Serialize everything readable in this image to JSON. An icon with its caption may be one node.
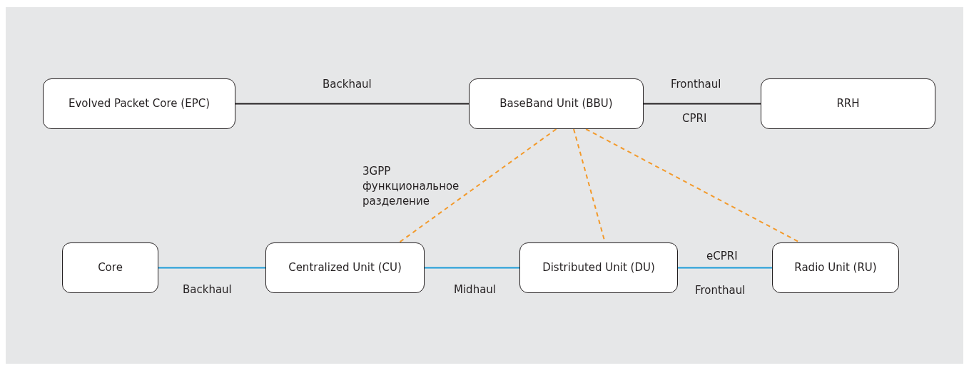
{
  "diagram": {
    "nodes": [
      {
        "text": [
          "Evolved Packet Core (EPC)"
        ]
      },
      {
        "text": [
          "BaseBand Unit (BBU)"
        ]
      },
      {
        "text": [
          "RRH"
        ]
      },
      {
        "text": [
          "Core"
        ]
      },
      {
        "text": [
          "Centralized Unit (CU)"
        ]
      },
      {
        "text": [
          "Distributed Unit (DU)"
        ]
      },
      {
        "text": [
          "Radio Unit (RU)"
        ]
      }
    ],
    "edges": [
      {
        "from": 0,
        "to": 1,
        "arrow": "none",
        "label": "Backhaul",
        "color": "#231f20"
      },
      {
        "from": 1,
        "to": 2,
        "arrow": "none",
        "label": "Fronthaul",
        "color": "#231f20"
      },
      {
        "from": 1,
        "to": 4,
        "arrow": "none",
        "label": "3GPP функциональное разделение",
        "style": "dashed",
        "color": "#f39a2b"
      },
      {
        "from": 1,
        "to": 5,
        "arrow": "none",
        "style": "dashed",
        "color": "#f39a2b"
      },
      {
        "from": 1,
        "to": 6,
        "arrow": "none",
        "style": "dashed",
        "color": "#f39a2b"
      },
      {
        "from": 3,
        "to": 4,
        "arrow": "none",
        "label": "Backhaul",
        "color": "#1b9bd7"
      },
      {
        "from": 4,
        "to": 5,
        "arrow": "none",
        "label": "Midhaul",
        "color": "#1b9bd7"
      },
      {
        "from": 5,
        "to": 6,
        "arrow": "none",
        "label": "eCPRI",
        "color": "#1b9bd7"
      }
    ],
    "labels": [
      "CPRI",
      "Fronthaul"
    ]
  }
}
